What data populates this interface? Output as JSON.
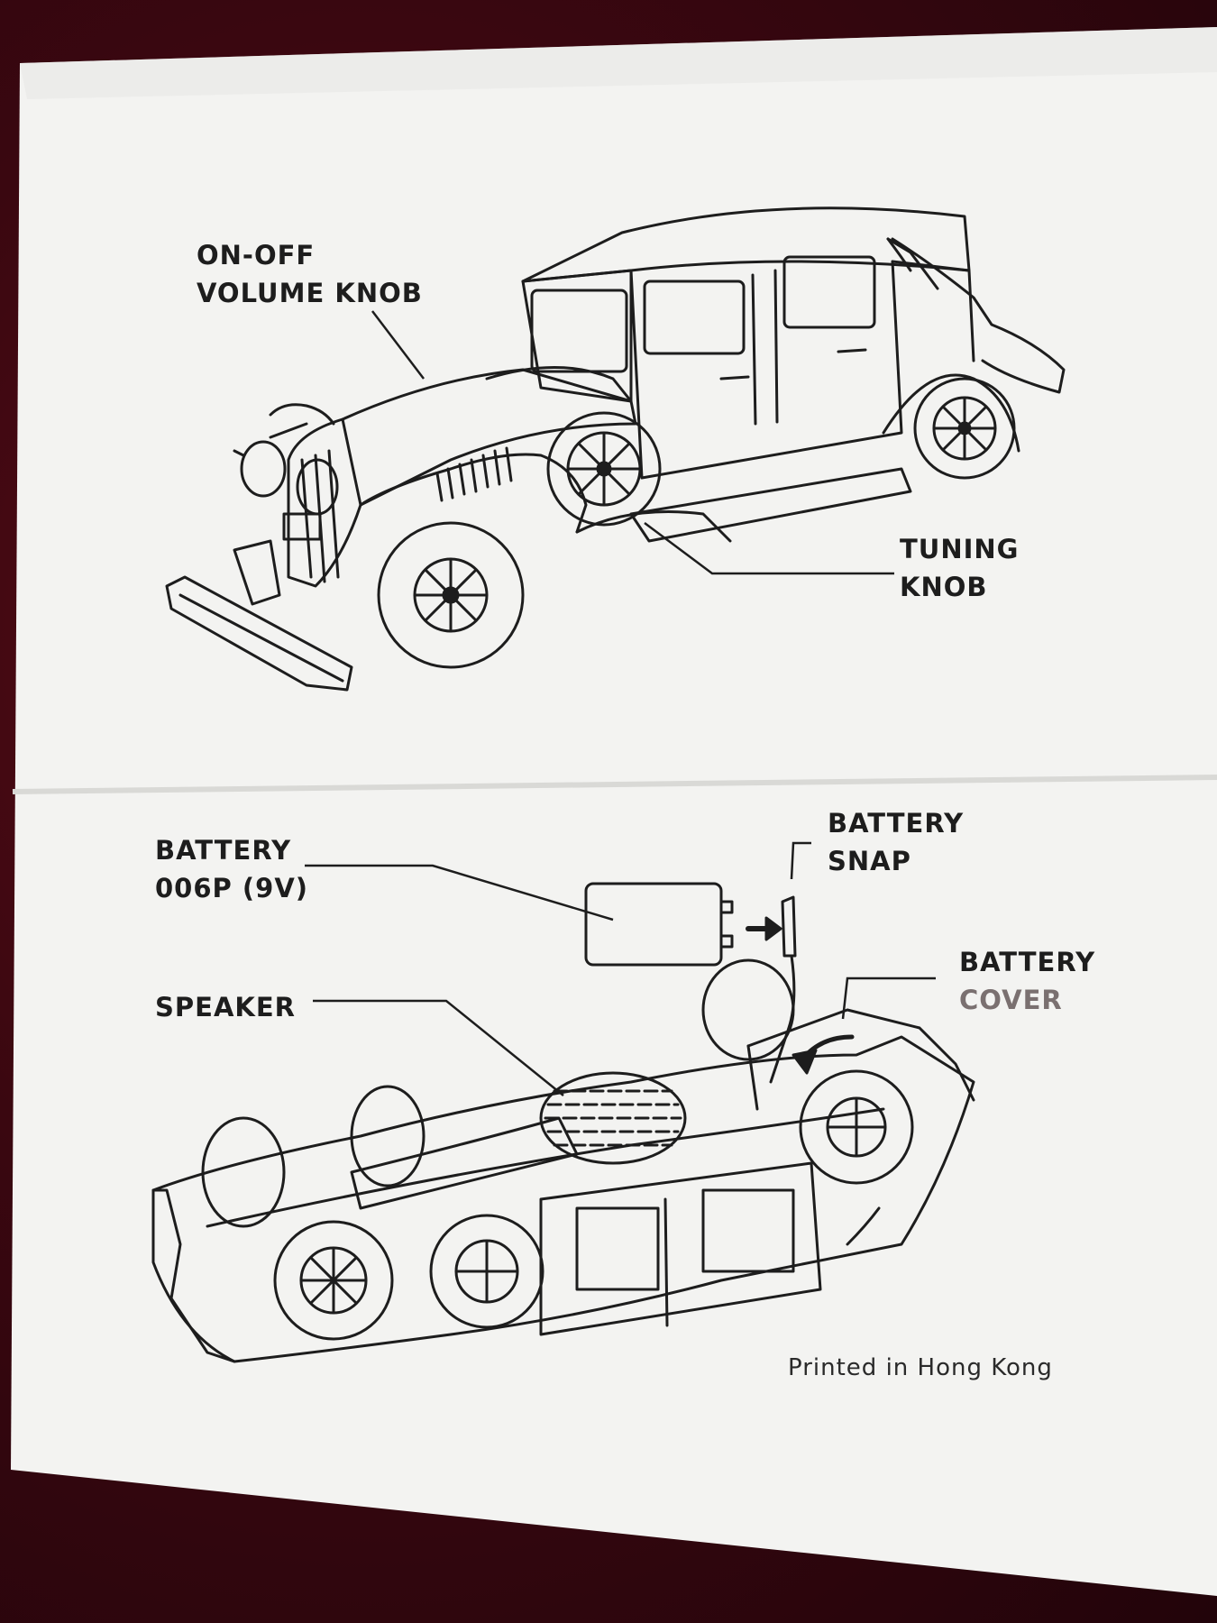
{
  "labels": {
    "on_off_line1": "ON-OFF",
    "on_off_line2": "VOLUME KNOB",
    "tuning_line1": "TUNING",
    "tuning_line2": "KNOB",
    "battery_line1": "BATTERY",
    "battery_line2": "006P (9V)",
    "battery_snap_line1": "BATTERY",
    "battery_snap_line2": "SNAP",
    "speaker": "SPEAKER",
    "battery_cover_line1": "BATTERY",
    "battery_cover_line2": "COVER"
  },
  "footer": "Printed in Hong Kong",
  "colors": {
    "paper": "#f4f4f2",
    "ink": "#1d1d1d",
    "background": "#3a0710"
  }
}
